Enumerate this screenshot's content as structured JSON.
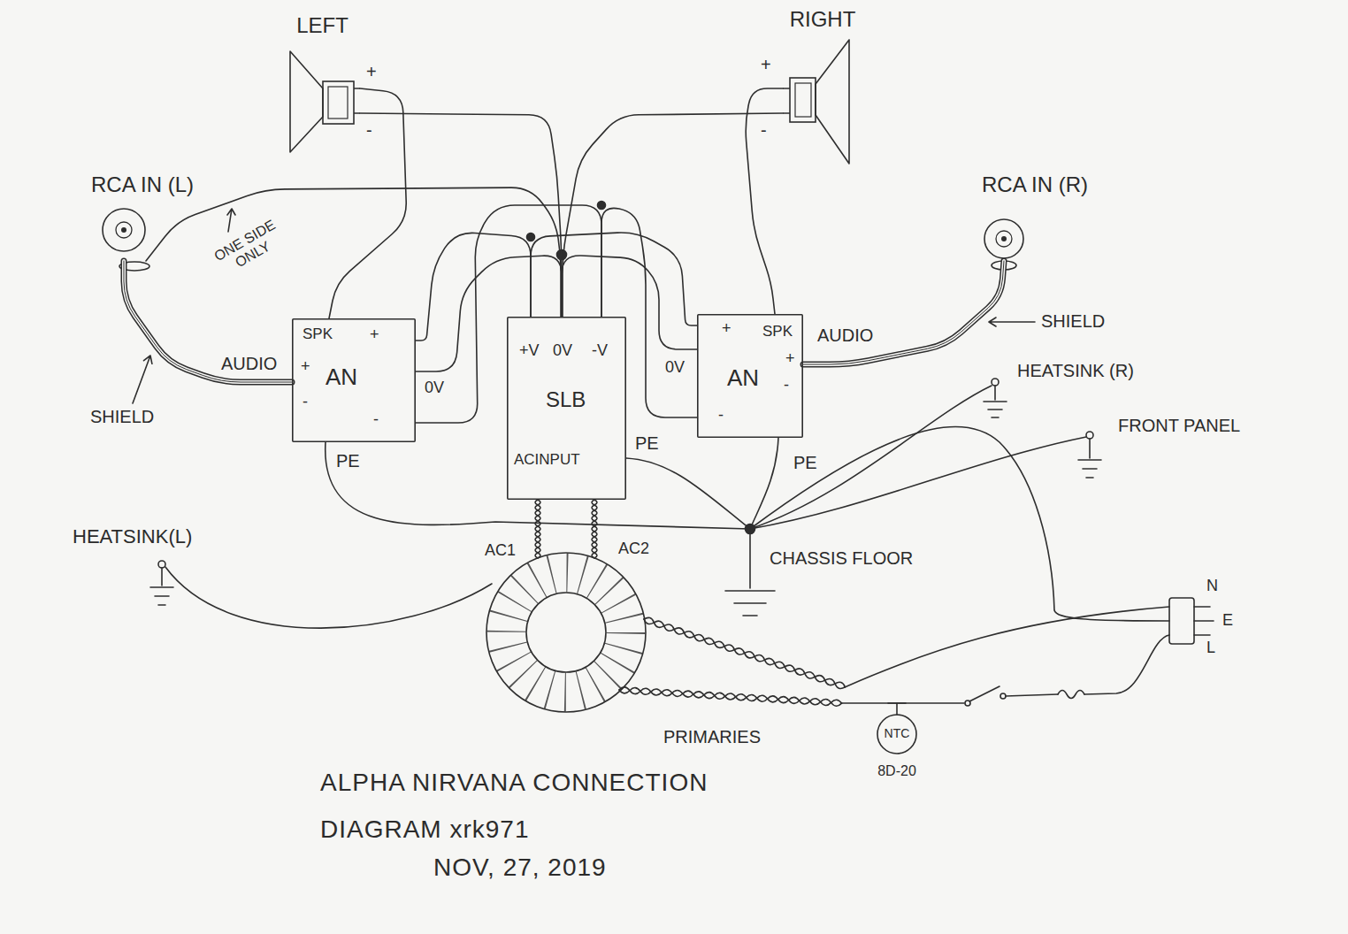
{
  "diagram": {
    "title": "ALPHA NIRVANA CONNECTION DIAGRAM xrk971",
    "caption": "NOV, 27, 2019",
    "nodes": [
      {
        "text": [
          "LEFT"
        ]
      },
      {
        "text": [
          "RIGHT"
        ]
      },
      {
        "text": [
          "RCA IN (L)"
        ]
      },
      {
        "text": [
          "RCA IN (R)"
        ]
      },
      {
        "text": [
          "SPK",
          "+",
          "+",
          "AN",
          "-",
          "-"
        ]
      },
      {
        "text": [
          "+V",
          "0V",
          "-V",
          "SLB",
          "ACINPUT"
        ]
      },
      {
        "text": [
          "+",
          "SPK",
          "AN",
          "+",
          "-",
          "-"
        ]
      },
      {
        "text": [
          "NTC",
          "8D-20"
        ]
      }
    ],
    "edges": [
      {
        "from": 0,
        "to": 4,
        "arrow": "none"
      },
      {
        "from": 0,
        "to": 5,
        "arrow": "none"
      },
      {
        "from": 1,
        "to": 6,
        "arrow": "none"
      },
      {
        "from": 1,
        "to": 5,
        "arrow": "none"
      },
      {
        "from": 2,
        "to": 4,
        "arrow": "none"
      },
      {
        "from": 2,
        "to": 5,
        "arrow": "none"
      },
      {
        "from": 3,
        "to": 6,
        "arrow": "none"
      },
      {
        "from": 5,
        "to": 4,
        "arrow": "none"
      },
      {
        "from": 5,
        "to": 4,
        "arrow": "none"
      },
      {
        "from": 5,
        "to": 4,
        "arrow": "none"
      },
      {
        "from": 5,
        "to": 6,
        "arrow": "none"
      },
      {
        "from": 5,
        "to": 6,
        "arrow": "none"
      },
      {
        "from": 5,
        "to": 6,
        "arrow": "none"
      }
    ],
    "labels": [
      "+",
      "-",
      "+",
      "-",
      "ONE SIDE ONLY",
      "AUDIO",
      "SHIELD",
      "0V",
      "PE",
      "PE",
      "0V",
      "AUDIO",
      "SHIELD",
      "PE",
      "HEATSINK (R)",
      "FRONT PANEL",
      "HEATSINK(L)",
      "AC1",
      "AC2",
      "CHASSIS FLOOR",
      "PRIMARIES",
      "N",
      "E",
      "L"
    ]
  }
}
